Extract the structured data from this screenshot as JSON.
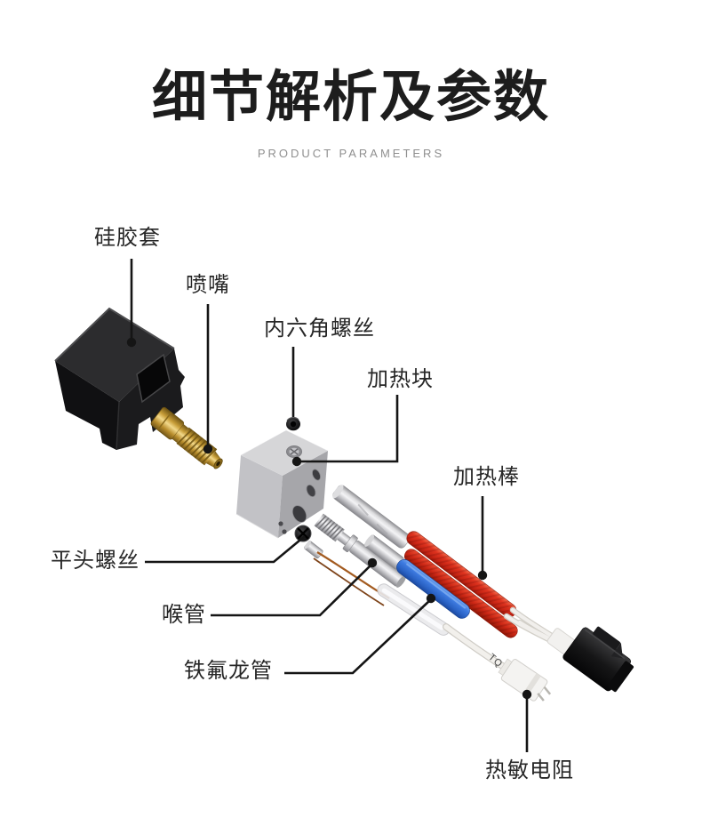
{
  "page": {
    "background_color": "#ffffff"
  },
  "header": {
    "title": "细节解析及参数",
    "subtitle": "PRODUCT PARAMETERS"
  },
  "diagram": {
    "description": "Exploded view of 3D printer hotend kit with labeled parts",
    "callouts": [
      {
        "part": "silicone-sock",
        "label": "硅胶套"
      },
      {
        "part": "nozzle",
        "label": "喷嘴"
      },
      {
        "part": "hex-socket-screw",
        "label": "内六角螺丝"
      },
      {
        "part": "heater-block",
        "label": "加热块"
      },
      {
        "part": "heater-cartridge",
        "label": "加热棒"
      },
      {
        "part": "flat-head-screw",
        "label": "平头螺丝"
      },
      {
        "part": "throat-tube",
        "label": "喉管"
      },
      {
        "part": "ptfe-tube",
        "label": "铁氟龙管"
      },
      {
        "part": "thermistor",
        "label": "热敏电阻"
      }
    ],
    "wire_marking": "TQ",
    "colors": {
      "title_text": "#1d1d1d",
      "subtitle_text": "#8f8f8f",
      "label_text": "#262626",
      "leader_line": "#151515",
      "silicone_black": "#1a1a1a",
      "nozzle_brass": "#caa23c",
      "metal_silver": "#c6c6ca",
      "heater_sleeve_red": "#dd2d18",
      "ptfe_blue": "#2e6fd6",
      "connector_black": "#161617",
      "wire_white": "#f2f0ec",
      "thermistor_lead_copper": "#9a5a22"
    }
  }
}
